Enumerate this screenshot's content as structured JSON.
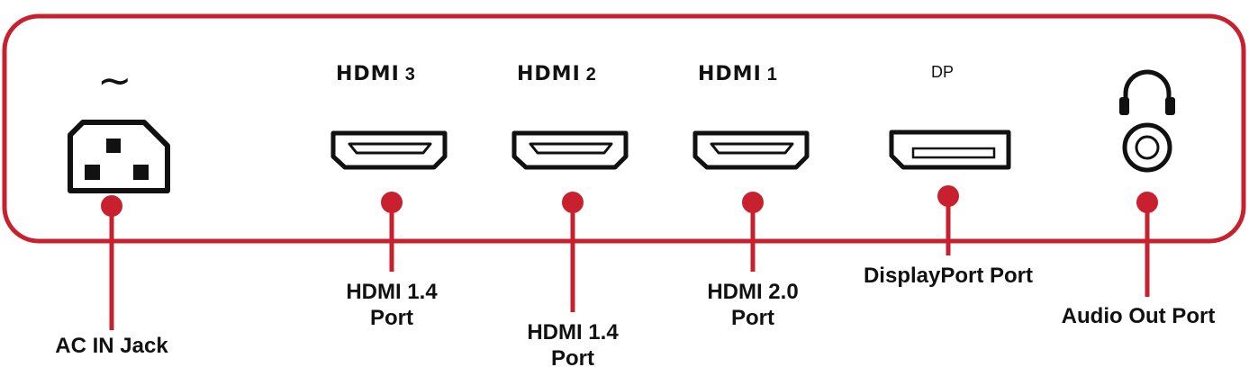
{
  "colors": {
    "accent": "#c8202f",
    "ink": "#111111",
    "panel_bg": "#ffffff"
  },
  "ports": [
    {
      "id": "ac",
      "icon": "ac-power-socket-icon",
      "top_symbol": "~",
      "label_lines": [
        "AC IN Jack"
      ]
    },
    {
      "id": "hdmi3",
      "icon": "hdmi-port-icon",
      "logo": "HDMI",
      "number": "3",
      "label_lines": [
        "HDMI 1.4",
        "Port"
      ]
    },
    {
      "id": "hdmi2",
      "icon": "hdmi-port-icon",
      "logo": "HDMI",
      "number": "2",
      "label_lines": [
        "HDMI 1.4",
        "Port"
      ]
    },
    {
      "id": "hdmi1",
      "icon": "hdmi-port-icon",
      "logo": "HDMI",
      "number": "1",
      "label_lines": [
        "HDMI 2.0",
        "Port"
      ]
    },
    {
      "id": "dp",
      "icon": "displayport-icon",
      "logo": "DP",
      "label_lines": [
        "DisplayPort Port"
      ]
    },
    {
      "id": "audio",
      "icon": "headphone-icon",
      "label_lines": [
        "Audio Out Port"
      ]
    }
  ]
}
